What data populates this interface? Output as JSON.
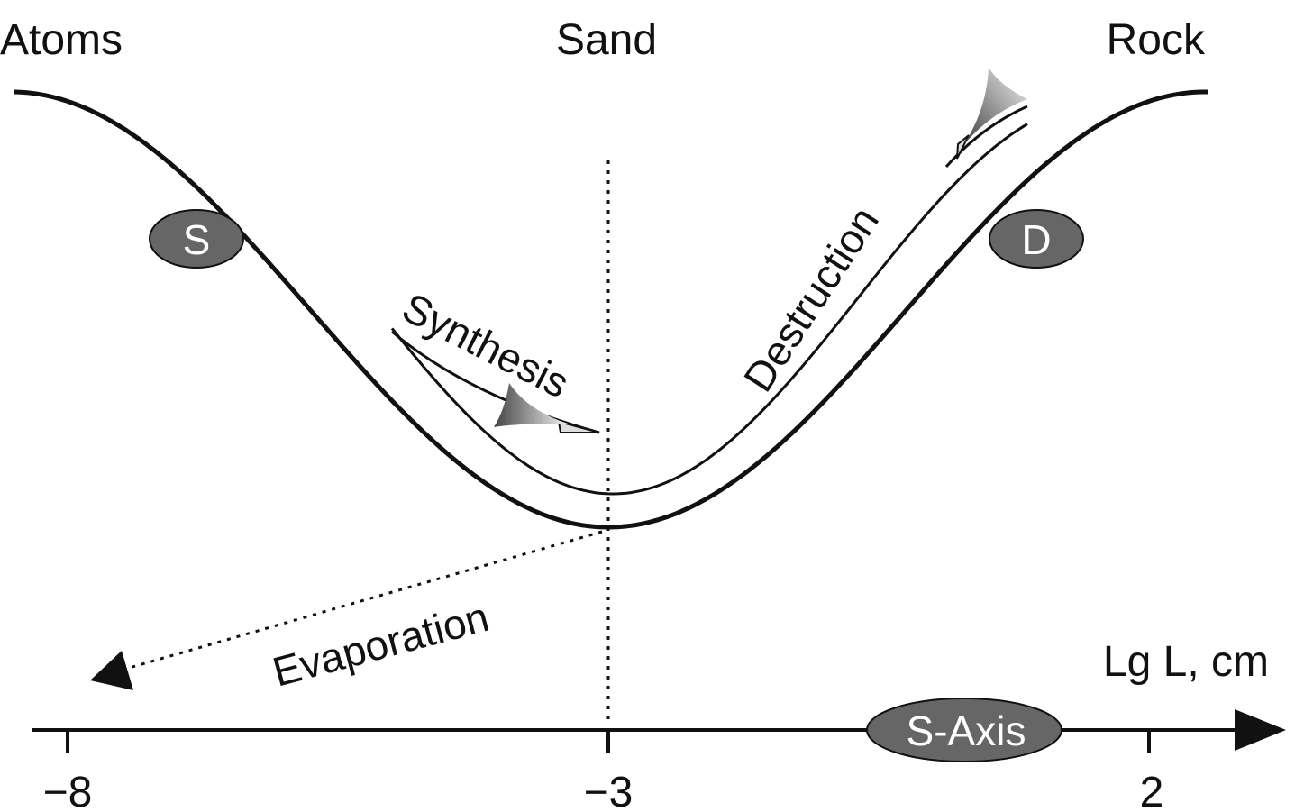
{
  "labels": {
    "left_top": "Atoms",
    "center_top": "Sand",
    "right_top": "Rock",
    "synthesis": "Synthesis",
    "destruction": "Destruction",
    "evaporation": "Evaporation",
    "axis_unit": "Lg L, cm"
  },
  "badges": {
    "s": "S",
    "d": "D",
    "axis": "S-Axis"
  },
  "axis_ticks": [
    "−8",
    "−3",
    "2"
  ],
  "colors": {
    "line": "#111111",
    "badge_fill": "#666666"
  }
}
